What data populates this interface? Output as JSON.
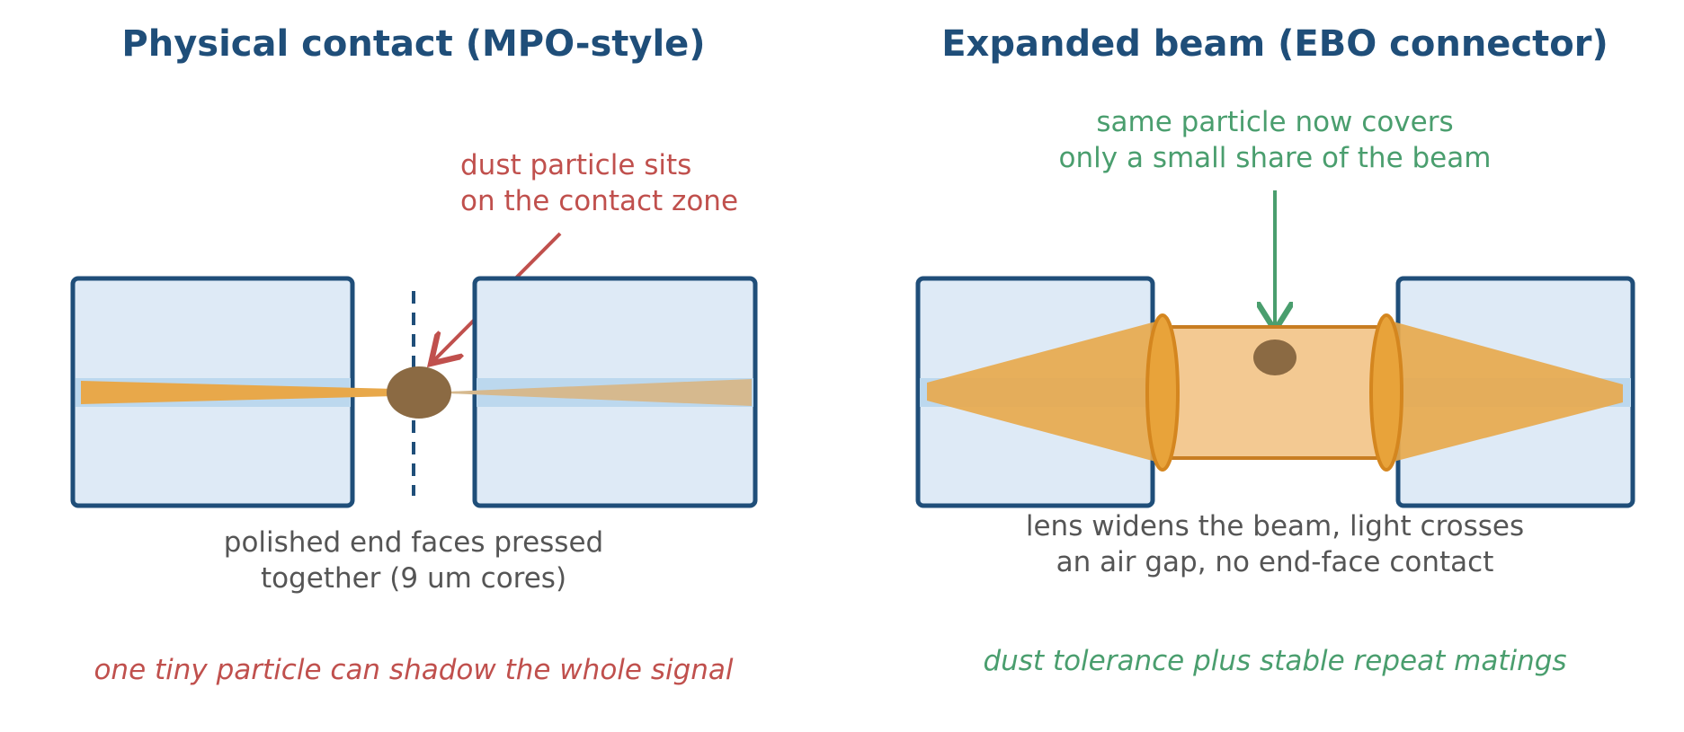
{
  "colors": {
    "title": "#1f4e79",
    "ferrule_fill": "#deeaf6",
    "ferrule_stroke": "#1f4e79",
    "core": "#bcd8ee",
    "beam": "#e8a84a",
    "beam_faded": "#d6b98e",
    "expanded_tube": "#f3c992",
    "lens": "#e8a33a",
    "lens_stroke": "#d4861f",
    "dust": "#8b6a43",
    "red": "#c0504d",
    "green": "#4a9e6e",
    "caption": "#555555"
  },
  "left_panel": {
    "title": "Physical contact (MPO-style)",
    "annotation_line1": "dust particle sits",
    "annotation_line2": "on the contact zone",
    "caption_line1": "polished end faces pressed",
    "caption_line2": "together (9 um cores)",
    "summary": "one tiny particle can shadow the whole signal"
  },
  "right_panel": {
    "title": "Expanded beam (EBO connector)",
    "annotation_line1": "same particle now covers",
    "annotation_line2": "only a small share of the beam",
    "caption_line1": "lens widens the beam, light crosses",
    "caption_line2": "an air gap, no end-face contact",
    "summary": "dust tolerance plus stable repeat matings"
  }
}
